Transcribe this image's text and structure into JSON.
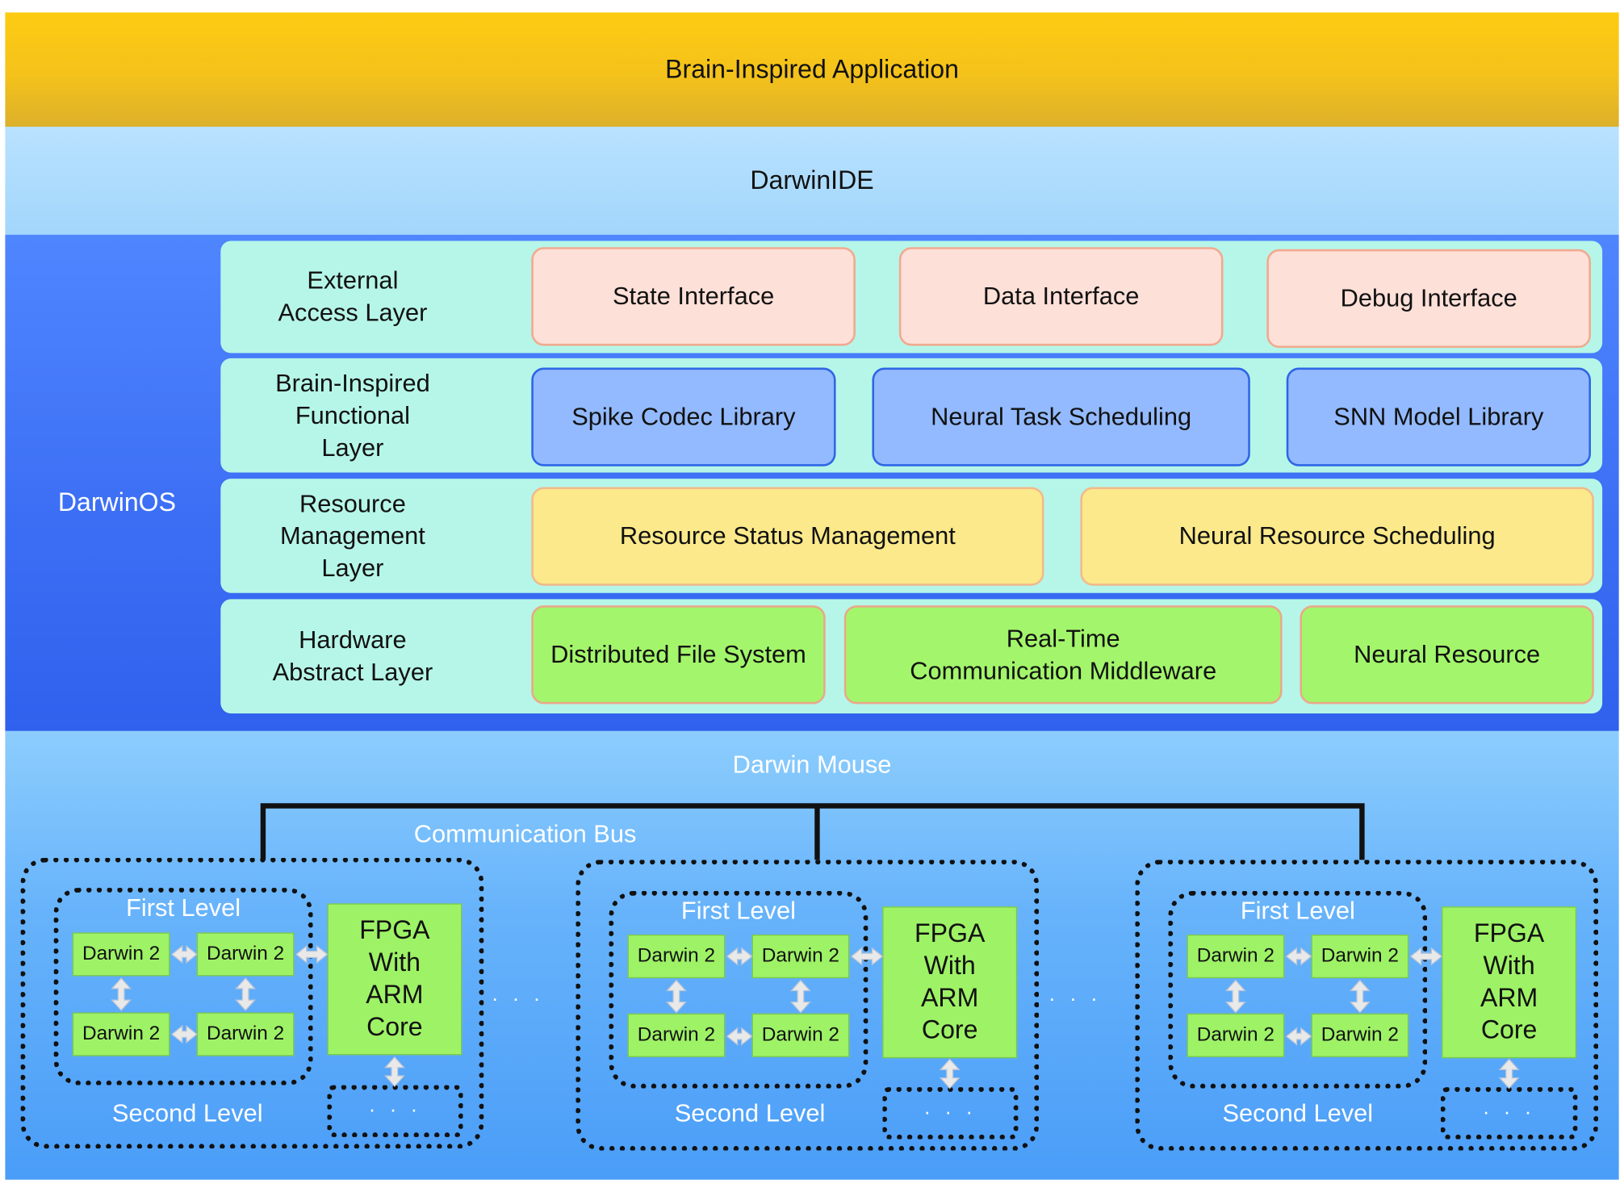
{
  "application": {
    "label": "Brain-Inspired Application"
  },
  "ide": {
    "label": "DarwinIDE"
  },
  "os": {
    "label": "DarwinOS",
    "layers": [
      {
        "name": "External\nAccess Layer",
        "modules": [
          "State Interface",
          "Data Interface",
          "Debug Interface"
        ]
      },
      {
        "name": "Brain-Inspired\nFunctional\nLayer",
        "modules": [
          "Spike Codec Library",
          "Neural Task Scheduling",
          "SNN Model Library"
        ]
      },
      {
        "name": "Resource\nManagement\nLayer",
        "modules": [
          "Resource Status Management",
          "Neural Resource Scheduling"
        ]
      },
      {
        "name": "Hardware\nAbstract Layer",
        "modules": [
          "Distributed File System",
          "Real-Time\nCommunication Middleware",
          "Neural Resource"
        ]
      }
    ]
  },
  "mouse": {
    "label": "Darwin Mouse",
    "bus_label": "Communication Bus",
    "between_ellipsis": "· · ·",
    "nodes": [
      {
        "first_level": "First Level",
        "second_level": "Second Level",
        "chips": [
          "Darwin 2",
          "Darwin 2",
          "Darwin 2",
          "Darwin 2"
        ],
        "fpga": "FPGA\nWith\nARM\nCore",
        "more": "· · ·"
      },
      {
        "first_level": "First Level",
        "second_level": "Second Level",
        "chips": [
          "Darwin 2",
          "Darwin 2",
          "Darwin 2",
          "Darwin 2"
        ],
        "fpga": "FPGA\nWith\nARM\nCore",
        "more": "· · ·"
      },
      {
        "first_level": "First Level",
        "second_level": "Second Level",
        "chips": [
          "Darwin 2",
          "Darwin 2",
          "Darwin 2",
          "Darwin 2"
        ],
        "fpga": "FPGA\nWith\nARM\nCore",
        "more": "· · ·"
      }
    ]
  }
}
